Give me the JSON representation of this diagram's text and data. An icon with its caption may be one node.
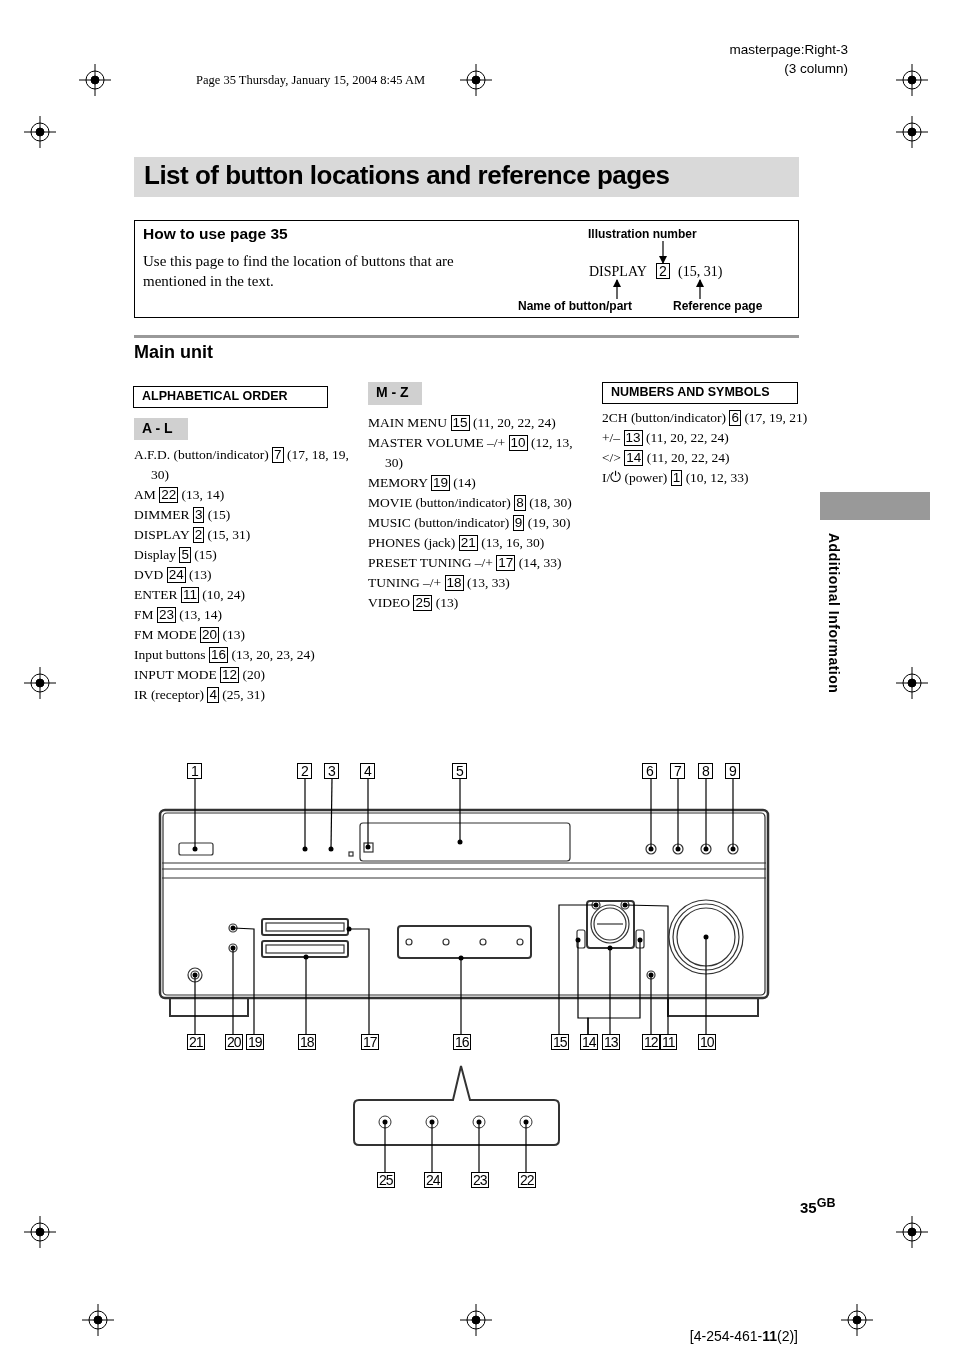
{
  "diagram": {
    "nodes": [
      {
        "text": [
          "List of button locations and reference pages"
        ]
      },
      {
        "text": [
          "How to use page 35",
          "Use this page to find the location of buttons that are mentioned in the text."
        ]
      },
      {
        "text": [
          "Illustration number"
        ],
        "in": 1
      },
      {
        "text": [
          "DISPLAY"
        ],
        "in": 1
      },
      {
        "text": [
          "2"
        ],
        "in": 1
      },
      {
        "text": [
          "(15, 31)"
        ],
        "in": 1
      },
      {
        "text": [
          "Name of button/part"
        ],
        "in": 1
      },
      {
        "text": [
          "Reference page"
        ],
        "in": 1
      },
      {
        "text": [
          "ALPHABETICAL ORDER"
        ]
      },
      {
        "text": [
          "A - L"
        ]
      },
      {
        "text": [
          "M - Z"
        ]
      },
      {
        "text": [
          "NUMBERS AND SYMBOLS"
        ]
      },
      {
        "text": [
          "1"
        ]
      },
      {
        "text": [
          "2"
        ]
      },
      {
        "text": [
          "3"
        ]
      },
      {
        "text": [
          "4"
        ]
      },
      {
        "text": [
          "5"
        ]
      },
      {
        "text": [
          "6"
        ]
      },
      {
        "text": [
          "7"
        ]
      },
      {
        "text": [
          "8"
        ]
      },
      {
        "text": [
          "9"
        ]
      },
      {
        "text": [
          "21"
        ]
      },
      {
        "text": [
          "20"
        ]
      },
      {
        "text": [
          "19"
        ]
      },
      {
        "text": [
          "18"
        ]
      },
      {
        "text": [
          "17"
        ]
      },
      {
        "text": [
          "16"
        ]
      },
      {
        "text": [
          "15"
        ]
      },
      {
        "text": [
          "14"
        ]
      },
      {
        "text": [
          "13"
        ]
      },
      {
        "text": [
          "12"
        ]
      },
      {
        "text": [
          "11"
        ]
      },
      {
        "text": [
          "10"
        ]
      },
      {
        "text": [
          "25"
        ]
      },
      {
        "text": [
          "24"
        ]
      },
      {
        "text": [
          "23"
        ]
      },
      {
        "text": [
          "22"
        ]
      },
      {
        "text": [],
        "shape": "bar"
      }
    ],
    "edges": [
      {
        "from": 2,
        "to": 4,
        "arrow": "to"
      },
      {
        "from": 6,
        "to": 3,
        "arrow": "to"
      },
      {
        "from": 7,
        "to": 5,
        "arrow": "to"
      },
      {
        "from": 12,
        "to": null,
        "arrow": "other"
      },
      {
        "from": 13,
        "to": null,
        "arrow": "other"
      },
      {
        "from": 14,
        "to": null,
        "arrow": "other"
      },
      {
        "from": 15,
        "to": null,
        "arrow": "other"
      },
      {
        "from": 16,
        "to": null,
        "arrow": "other"
      },
      {
        "from": 17,
        "to": null,
        "arrow": "other"
      },
      {
        "from": 18,
        "to": null,
        "arrow": "other"
      },
      {
        "from": 19,
        "to": null,
        "arrow": "other"
      },
      {
        "from": 20,
        "to": null,
        "arrow": "other"
      },
      {
        "from": 21,
        "to": null,
        "arrow": "other"
      },
      {
        "from": 22,
        "to": null,
        "arrow": "other"
      },
      {
        "from": 23,
        "to": null,
        "arrow": "other"
      },
      {
        "from": 24,
        "to": null,
        "arrow": "other"
      },
      {
        "from": 25,
        "to": null,
        "arrow": "other"
      },
      {
        "from": 26,
        "to": null,
        "arrow": "other"
      },
      {
        "from": 27,
        "to": null,
        "arrow": "other"
      },
      {
        "from": 28,
        "to": null,
        "arrow": "other"
      },
      {
        "from": 28,
        "to": null,
        "arrow": "other"
      },
      {
        "from": 29,
        "to": null,
        "arrow": "other"
      },
      {
        "from": 30,
        "to": null,
        "arrow": "other"
      },
      {
        "from": 31,
        "to": null,
        "arrow": "other"
      },
      {
        "from": 32,
        "to": null,
        "arrow": "other"
      },
      {
        "from": 33,
        "to": null,
        "arrow": "other"
      },
      {
        "from": 34,
        "to": null,
        "arrow": "other"
      },
      {
        "from": 35,
        "to": null,
        "arrow": "other"
      },
      {
        "from": 36,
        "to": null,
        "arrow": "other"
      }
    ],
    "labels": [
      "masterpage:Right-3 (3 column)",
      "Page 35 Thursday, January 15, 2004 8:45 AM",
      "Main unit",
      "A.F.D. (button/indicator) **7** (17, 18, 19, 30)",
      "AM **22** (13, 14)",
      "DIMMER **3** (15)",
      "DISPLAY **2** (15, 31)",
      "Display **5** (15)",
      "DVD **24** (13)",
      "ENTER **11** (10, 24)",
      "FM **23** (13, 14)",
      "FM MODE **20** (13)",
      "Input buttons **16** (13, 20, 23, 24)",
      "INPUT MODE **12** (20)",
      "IR (receptor) **4** (25, 31)",
      "MAIN MENU **15** (11, 20, 22, 24)",
      "MASTER VOLUME –/+ **10** (12, 13, 30)",
      "MEMORY **19** (14)",
      "MOVIE (button/indicator) **8** (18, 30)",
      "MUSIC (button/indicator) **9** (19, 30)",
      "PHONES (jack) **21** (13, 16, 30)",
      "PRESET TUNING –/+ **17** (14, 33)",
      "TUNING –/+ **18** (13, 33)",
      "VIDEO **25** (13)",
      "2CH (button/indicator) **6** (17, 19, 21)",
      "+/– **13** (11, 20, 22, 24)",
      "</> **14** (11, 20, 22, 24)",
      "I/⏻ (power) **1** (10, 12, 33)",
      "Additional Information",
      "35$^{GB}$",
      "[4-254-461-**11**(2)]"
    ]
  }
}
